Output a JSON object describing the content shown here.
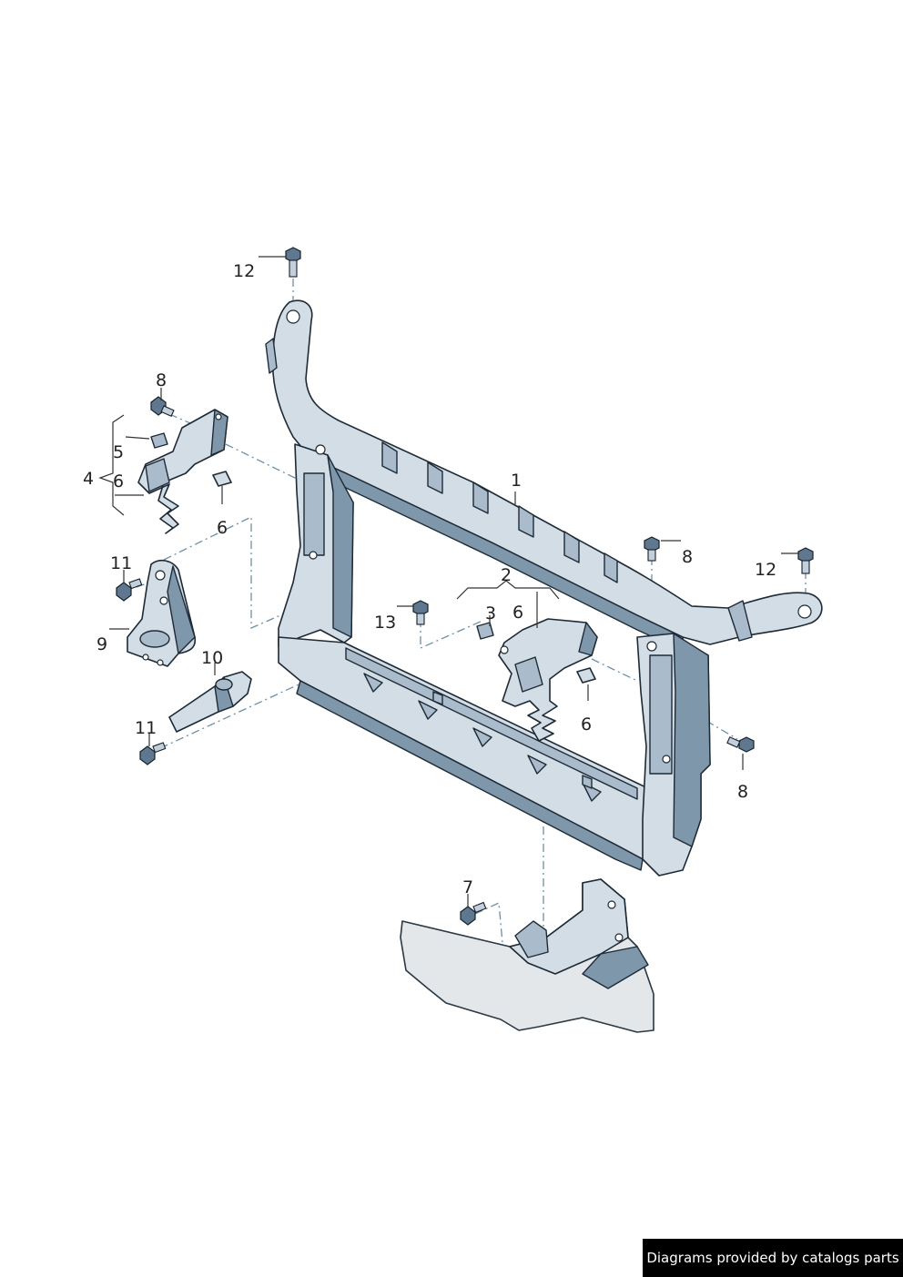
{
  "callouts": {
    "c1": "1",
    "c2": "2",
    "c3": "3",
    "c4": "4",
    "c5": "5",
    "c6a": "6",
    "c6b": "6",
    "c6c": "6",
    "c6d": "6",
    "c7": "7",
    "c8a": "8",
    "c8b": "8",
    "c8c": "8",
    "c9": "9",
    "c10": "10",
    "c11a": "11",
    "c11b": "11",
    "c12a": "12",
    "c12b": "12",
    "c13": "13"
  },
  "footer": {
    "credit": "Diagrams provided by catalogs parts"
  },
  "colors": {
    "part_fill": "#d3dde5",
    "part_shadow": "#7f97ab",
    "outline": "#1d2a36",
    "centerline": "#6d8fa6"
  }
}
